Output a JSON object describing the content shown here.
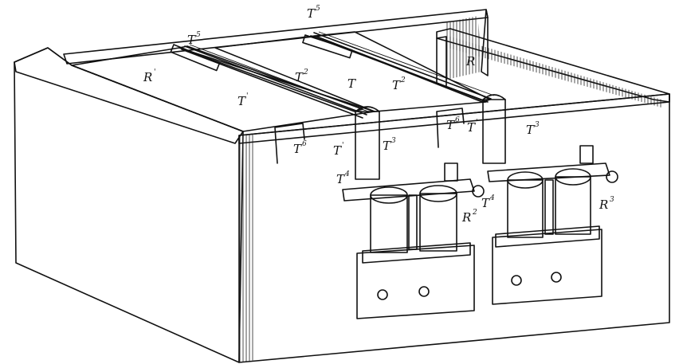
{
  "figure": {
    "labels": [
      {
        "id": "T5a",
        "base": "T",
        "sup": "5"
      },
      {
        "id": "T5b",
        "base": "T",
        "sup": "5"
      },
      {
        "id": "R1",
        "base": "R",
        "sup": "'"
      },
      {
        "id": "T2",
        "base": "T",
        "sup": "2"
      },
      {
        "id": "R",
        "base": "R",
        "sup": ""
      },
      {
        "id": "T1",
        "base": "T",
        "sup": "'"
      },
      {
        "id": "T",
        "base": "T",
        "sup": ""
      },
      {
        "id": "T2b",
        "base": "T",
        "sup": "2"
      },
      {
        "id": "T6a",
        "base": "T",
        "sup": "6"
      },
      {
        "id": "T6b",
        "base": "T",
        "sup": "6"
      },
      {
        "id": "T1b",
        "base": "T",
        "sup": "'"
      },
      {
        "id": "T3",
        "base": "T",
        "sup": "3"
      },
      {
        "id": "T1c",
        "base": "T",
        "sup": "'"
      },
      {
        "id": "T4a",
        "base": "T",
        "sup": "4"
      },
      {
        "id": "T4b",
        "base": "T",
        "sup": "4"
      },
      {
        "id": "T3b",
        "base": "T",
        "sup": "3"
      },
      {
        "id": "R2",
        "base": "R",
        "sup": "2"
      },
      {
        "id": "R3",
        "base": "R",
        "sup": "3"
      }
    ]
  }
}
